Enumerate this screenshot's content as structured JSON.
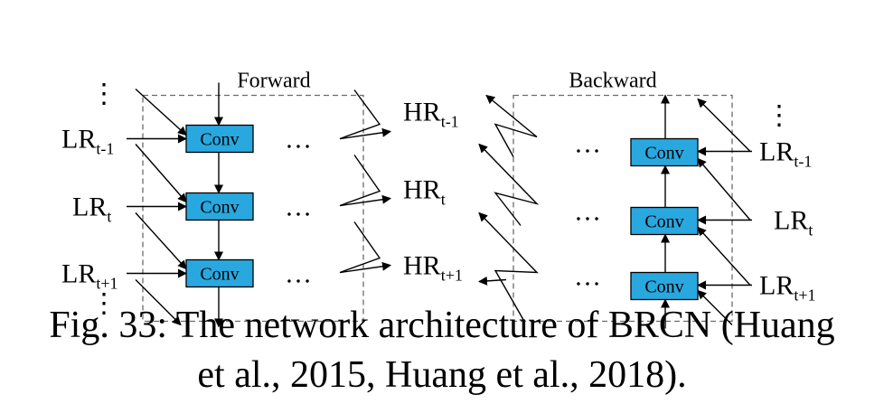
{
  "forward": {
    "title": "Forward",
    "conv_label": "Conv",
    "ellipsis": "…",
    "vdots": "⋮",
    "inputs": [
      {
        "main": "LR",
        "sub": "t-1"
      },
      {
        "main": "LR",
        "sub": "t"
      },
      {
        "main": "LR",
        "sub": "t+1"
      }
    ]
  },
  "outputs": [
    {
      "main": "HR",
      "sub": "t-1"
    },
    {
      "main": "HR",
      "sub": "t"
    },
    {
      "main": "HR",
      "sub": "t+1"
    }
  ],
  "backward": {
    "title": "Backward",
    "conv_label": "Conv",
    "ellipsis": "…",
    "vdots": "⋮",
    "inputs": [
      {
        "main": "LR",
        "sub": "t-1"
      },
      {
        "main": "LR",
        "sub": "t"
      },
      {
        "main": "LR",
        "sub": "t+1"
      }
    ]
  },
  "colors": {
    "conv_fill": "#29a8e0",
    "stroke": "#000000",
    "frame": "#6b6b6b"
  },
  "caption": {
    "line1": "Fig. 33: The network architecture of BRCN (Huang",
    "line2": "et al., 2015, Huang et al., 2018)."
  }
}
